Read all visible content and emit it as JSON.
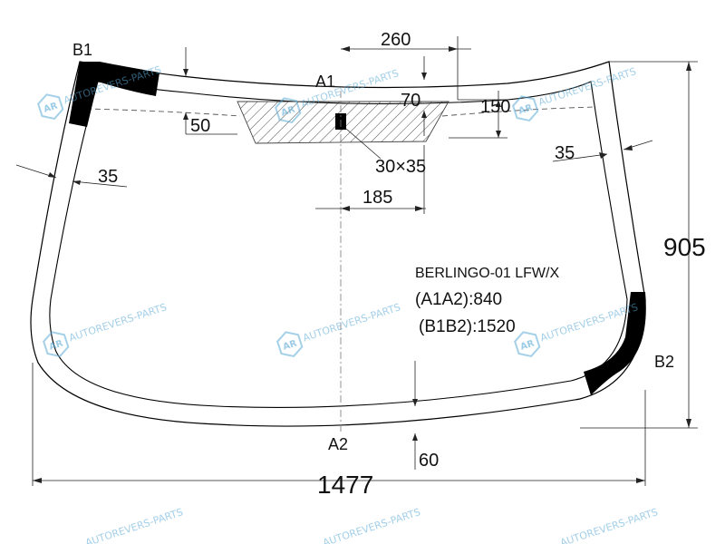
{
  "model": {
    "name": "BERLINGO-01 LFW/X",
    "a1a2": "(A1A2):840",
    "b1b2": "(B1B2):1520"
  },
  "points": {
    "a1": "A1",
    "a2": "A2",
    "b1": "B1",
    "b2": "B2"
  },
  "dims": {
    "d260": "260",
    "d70": "70",
    "d150": "150",
    "d50": "50",
    "d35_left": "35",
    "d35_right": "35",
    "d30x35": "30×35",
    "d185": "185",
    "d905": "905",
    "d60": "60",
    "d1477": "1477"
  },
  "watermark": {
    "text": "AUTOREVERS-PARTS",
    "logo": "AR"
  },
  "colors": {
    "line": "#000000",
    "watermark": "#5aa9d6",
    "fill": "#000000"
  }
}
